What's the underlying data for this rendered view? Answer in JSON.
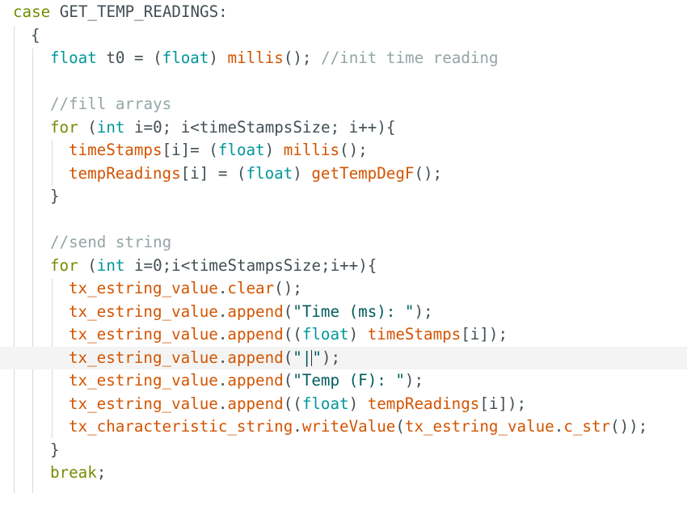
{
  "editor": {
    "lines": {
      "l1": {
        "kw": "case",
        "label": " GET_TEMP_READINGS:"
      },
      "l2": {
        "brace": "{"
      },
      "l3": {
        "type": "float",
        "var": " t0 = (",
        "cast": "float",
        "close": ") ",
        "fn": "millis",
        "call": "(); ",
        "comment": "//init time reading"
      },
      "l5": {
        "comment": "//fill arrays"
      },
      "l6": {
        "kw": "for",
        "open": " (",
        "type": "int",
        "rest": " i=0; i<timeStampsSize; i++){"
      },
      "l7": {
        "obj": "timeStamps",
        "rest": "[i]= (",
        "cast": "float",
        "close": ") ",
        "fn": "millis",
        "call": "();"
      },
      "l8": {
        "obj": "tempReadings",
        "rest": "[i] = (",
        "cast": "float",
        "close": ") ",
        "fn": "getTempDegF",
        "call": "();"
      },
      "l9": {
        "brace": "}"
      },
      "l11": {
        "comment": "//send string"
      },
      "l12": {
        "kw": "for",
        "open": " (",
        "type": "int",
        "rest": " i=0;i<timeStampsSize;i++){"
      },
      "l13": {
        "obj": "tx_estring_value",
        "dot": ".",
        "fn": "clear",
        "call": "();"
      },
      "l14": {
        "obj": "tx_estring_value",
        "dot": ".",
        "fn": "append",
        "open": "(",
        "str": "\"Time (ms): \"",
        "close": ");"
      },
      "l15": {
        "obj": "tx_estring_value",
        "dot": ".",
        "fn": "append",
        "open": "((",
        "cast": "float",
        "mid": ") ",
        "arg": "timeStamps",
        "close": "[i]);"
      },
      "l16": {
        "obj": "tx_estring_value",
        "dot": ".",
        "fn": "append",
        "open": "(",
        "str1": "\"|",
        "str2": "\"",
        "close": ");"
      },
      "l17": {
        "obj": "tx_estring_value",
        "dot": ".",
        "fn": "append",
        "open": "(",
        "str": "\"Temp (F): \"",
        "close": ");"
      },
      "l18": {
        "obj": "tx_estring_value",
        "dot": ".",
        "fn": "append",
        "open": "((",
        "cast": "float",
        "mid": ") ",
        "arg": "tempReadings",
        "close": "[i]);"
      },
      "l19": {
        "obj": "tx_characteristic_string",
        "dot": ".",
        "fn": "writeValue",
        "open": "(",
        "arg": "tx_estring_value",
        "dot2": ".",
        "fn2": "c_str",
        "close": "());"
      },
      "l20": {
        "brace": "}"
      },
      "l21": {
        "kw": "break",
        "rest": ";"
      }
    }
  },
  "colors": {
    "keyword": "#00979c",
    "control": "#728e00",
    "function": "#d35400",
    "string": "#005c5f",
    "comment": "#95a5a6",
    "plain": "#434f54",
    "current_line": "#f4f4f4"
  }
}
